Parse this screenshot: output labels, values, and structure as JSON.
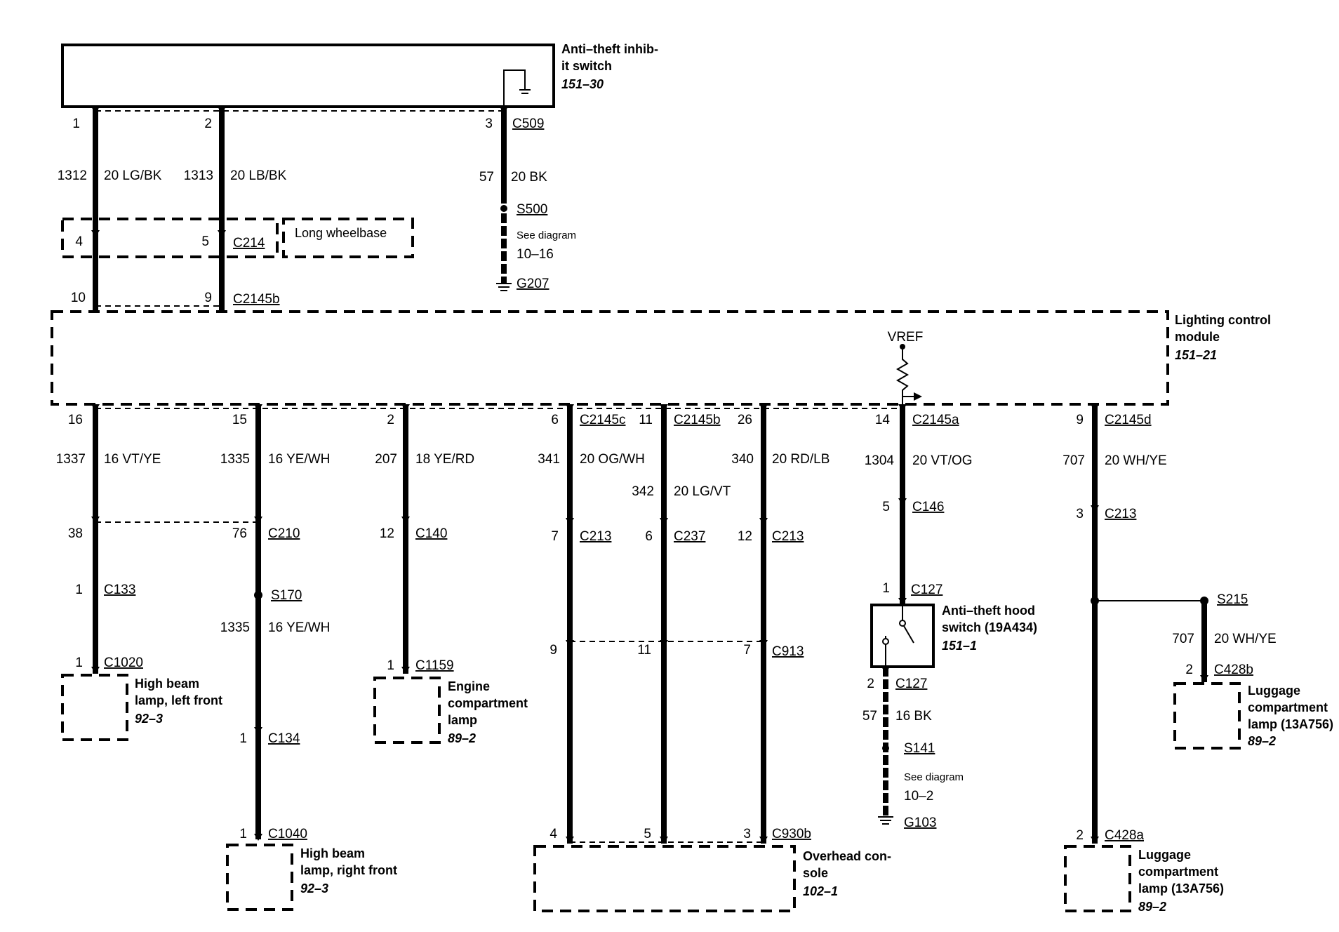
{
  "components": {
    "anti_theft_inhibit_switch": {
      "line1": "Anti–theft inhib-",
      "line2": "it switch",
      "ref": "151–30"
    },
    "long_wheelbase": "Long wheelbase",
    "lighting_control_module": {
      "line1": "Lighting control",
      "line2": "module",
      "ref": "151–21",
      "vref": "VREF"
    },
    "high_beam_left": {
      "line1": "High beam",
      "line2": "lamp, left front",
      "ref": "92–3"
    },
    "high_beam_right": {
      "line1": "High beam",
      "line2": "lamp, right front",
      "ref": "92–3"
    },
    "engine_lamp": {
      "line1": "Engine",
      "line2": "compartment",
      "line3": "lamp",
      "ref": "89–2"
    },
    "overhead_console": {
      "line1": "Overhead con-",
      "line2": "sole",
      "ref": "102–1"
    },
    "hood_switch": {
      "line1": "Anti–theft hood",
      "line2": "switch (19A434)",
      "ref": "151–1"
    },
    "luggage_lamp_upper": {
      "line1": "Luggage",
      "line2": "compartment",
      "line3": "lamp (13A756)",
      "ref": "89–2"
    },
    "luggage_lamp_lower": {
      "line1": "Luggage",
      "line2": "compartment",
      "line3": "lamp (13A756)",
      "ref": "89–2"
    }
  },
  "top_circuits": {
    "c1": {
      "pin_top": "1",
      "circuit": "1312",
      "wire": "20 LG/BK",
      "pin_c214": "4",
      "pin_module": "10"
    },
    "c2": {
      "pin_top": "2",
      "circuit": "1313",
      "wire": "20 LB/BK",
      "pin_c214": "5",
      "pin_module": "9"
    },
    "c3": {
      "pin_top": "3",
      "circuit": "57",
      "wire": "20 BK",
      "splice": "S500",
      "see1": "See diagram",
      "see2": "10–16",
      "ground": "G207"
    }
  },
  "connectors": {
    "c509": "C509",
    "c214": "C214",
    "c2145b": "C2145b",
    "c2145c": "C2145c",
    "c2145a": "C2145a",
    "c2145d": "C2145d",
    "c210": "C210",
    "c140": "C140",
    "c213": "C213",
    "c237": "C237",
    "c146": "C146",
    "c133": "C133",
    "c1020": "C1020",
    "c1159": "C1159",
    "c134": "C134",
    "c1040": "C1040",
    "c913": "C913",
    "c930b": "C930b",
    "c127": "C127",
    "c428b": "C428b",
    "c428a": "C428a",
    "s170": "S170",
    "s215": "S215",
    "s141": "S141",
    "g103": "G103"
  },
  "bottom_circuits": {
    "b1337": {
      "pin": "16",
      "circuit": "1337",
      "wire": "16 VT/YE",
      "pin_c210": "38",
      "pin_c133": "1",
      "pin_c1020": "1"
    },
    "b1335": {
      "pin": "15",
      "circuit": "1335",
      "wire": "16 YE/WH",
      "pin_c210": "76",
      "circuit2": "1335",
      "wire2": "16 YE/WH",
      "pin_c134": "1",
      "pin_c1040": "1"
    },
    "b207": {
      "pin": "2",
      "circuit": "207",
      "wire": "18 YE/RD",
      "pin_c140": "12",
      "pin_c1159": "1"
    },
    "b341": {
      "pin": "6",
      "circuit": "341",
      "wire": "20 OG/WH",
      "pin_c213": "7",
      "pin_mid": "9",
      "pin_c930b": "4"
    },
    "b342": {
      "pin": "11",
      "circuit": "342",
      "wire": "20 LG/VT",
      "pin_c237": "6",
      "pin_mid": "11",
      "pin_c930b": "5"
    },
    "b340": {
      "pin": "26",
      "circuit": "340",
      "wire": "20 RD/LB",
      "pin_c213": "12",
      "pin_mid": "7",
      "pin_c930b": "3"
    },
    "b1304": {
      "pin": "14",
      "circuit": "1304",
      "wire": "20 VT/OG",
      "pin_c146": "5",
      "pin_c127_top": "1",
      "pin_c127_bot": "2",
      "circuit2": "57",
      "wire2": "16 BK",
      "see1": "See diagram",
      "see2": "10–2"
    },
    "b707": {
      "pin": "9",
      "circuit": "707",
      "wire": "20 WH/YE",
      "pin_c213": "3",
      "branch_circuit": "707",
      "branch_wire": "20 WH/YE",
      "pin_c428b": "2",
      "pin_c428a": "2"
    }
  }
}
